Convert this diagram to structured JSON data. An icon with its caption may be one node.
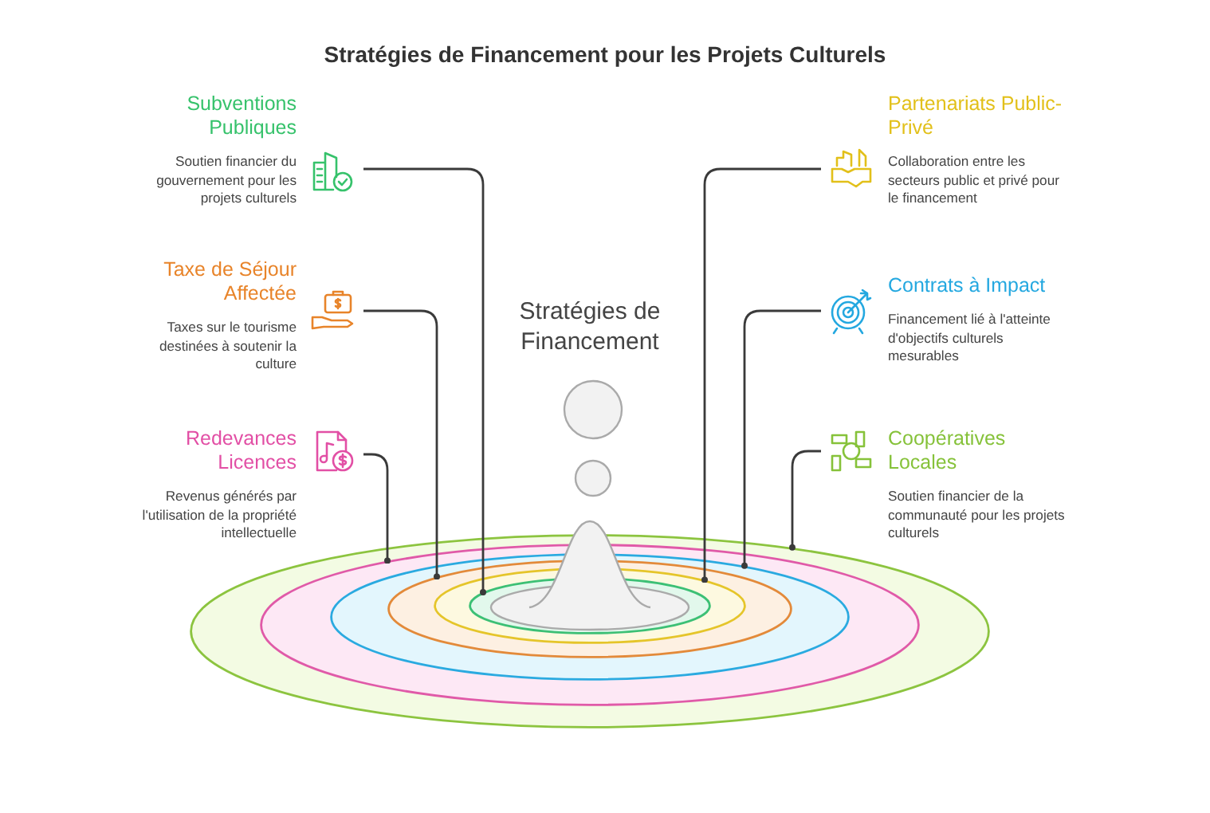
{
  "diagram": {
    "title": "Stratégies de Financement pour les Projets Culturels",
    "nodes": [
      {
        "text": [
          "Subventions Publiques",
          "Soutien financier du gouvernement pour les projets culturels"
        ]
      },
      {
        "text": [
          "Partenariats Public-Privé",
          "Collaboration entre les secteurs public et privé pour le financement"
        ]
      },
      {
        "text": [
          "Taxe de Séjour Affectée",
          "Taxes sur le tourisme destinées à soutenir la culture"
        ]
      },
      {
        "text": [
          "Contrats à Impact",
          "Financement lié à l'atteinte d'objectifs culturels mesurables"
        ]
      },
      {
        "text": [
          "Redevances Licences",
          "Revenus générés par l'utilisation de la propriété intellectuelle"
        ]
      },
      {
        "text": [
          "Coopératives Locales",
          "Soutien financier de la communauté pour les projets culturels"
        ]
      },
      {
        "text": [],
        "shape": "ellipse"
      },
      {
        "text": [],
        "shape": "ellipse",
        "in": 6
      },
      {
        "text": [],
        "shape": "ellipse",
        "in": 7
      },
      {
        "text": [],
        "shape": "ellipse",
        "in": 8
      },
      {
        "text": [],
        "shape": "ellipse",
        "in": 9
      },
      {
        "text": [],
        "shape": "ellipse",
        "in": 10
      }
    ],
    "edges": [
      {
        "from": 0,
        "to": 11,
        "arrow": "other"
      },
      {
        "from": 1,
        "to": 10,
        "arrow": "other"
      },
      {
        "from": 2,
        "to": 9,
        "arrow": "other"
      },
      {
        "from": 3,
        "to": 8,
        "arrow": "other"
      },
      {
        "from": 4,
        "to": 7,
        "arrow": "other"
      },
      {
        "from": 5,
        "to": 6,
        "arrow": "other"
      }
    ],
    "labels": [
      "Stratégies de Financement"
    ]
  }
}
